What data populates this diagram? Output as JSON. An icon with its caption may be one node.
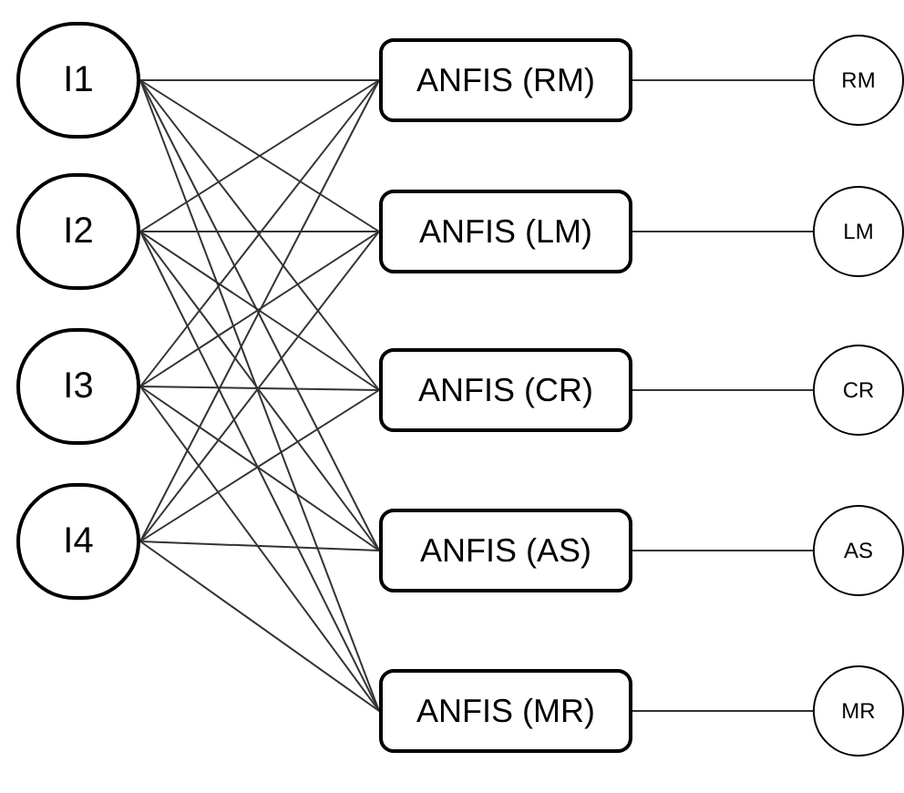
{
  "diagram": {
    "nodes": [
      {
        "text": [
          "I1"
        ]
      },
      {
        "text": [
          "I2"
        ]
      },
      {
        "text": [
          "I3"
        ]
      },
      {
        "text": [
          "I4"
        ]
      },
      {
        "text": [
          "ANFIS (RM)"
        ]
      },
      {
        "text": [
          "ANFIS (LM)"
        ]
      },
      {
        "text": [
          "ANFIS (CR)"
        ]
      },
      {
        "text": [
          "ANFIS (AS)"
        ]
      },
      {
        "text": [
          "ANFIS (MR)"
        ]
      },
      {
        "text": [
          "RM"
        ]
      },
      {
        "text": [
          "LM"
        ]
      },
      {
        "text": [
          "CR"
        ]
      },
      {
        "text": [
          "AS"
        ]
      },
      {
        "text": [
          "MR"
        ]
      }
    ],
    "edges": [
      {
        "from": 0,
        "to": 4,
        "arrow": "none"
      },
      {
        "from": 0,
        "to": 5,
        "arrow": "none"
      },
      {
        "from": 0,
        "to": 6,
        "arrow": "none"
      },
      {
        "from": 0,
        "to": 7,
        "arrow": "none"
      },
      {
        "from": 0,
        "to": 8,
        "arrow": "none"
      },
      {
        "from": 1,
        "to": 4,
        "arrow": "none"
      },
      {
        "from": 1,
        "to": 5,
        "arrow": "none"
      },
      {
        "from": 1,
        "to": 6,
        "arrow": "none"
      },
      {
        "from": 1,
        "to": 7,
        "arrow": "none"
      },
      {
        "from": 1,
        "to": 8,
        "arrow": "none"
      },
      {
        "from": 2,
        "to": 4,
        "arrow": "none"
      },
      {
        "from": 2,
        "to": 5,
        "arrow": "none"
      },
      {
        "from": 2,
        "to": 6,
        "arrow": "none"
      },
      {
        "from": 2,
        "to": 7,
        "arrow": "none"
      },
      {
        "from": 2,
        "to": 8,
        "arrow": "none"
      },
      {
        "from": 3,
        "to": 4,
        "arrow": "none"
      },
      {
        "from": 3,
        "to": 5,
        "arrow": "none"
      },
      {
        "from": 3,
        "to": 6,
        "arrow": "none"
      },
      {
        "from": 3,
        "to": 7,
        "arrow": "none"
      },
      {
        "from": 3,
        "to": 8,
        "arrow": "none"
      },
      {
        "from": 4,
        "to": 9,
        "arrow": "none"
      },
      {
        "from": 5,
        "to": 10,
        "arrow": "none"
      },
      {
        "from": 6,
        "to": 11,
        "arrow": "none"
      },
      {
        "from": 7,
        "to": 12,
        "arrow": "none"
      },
      {
        "from": 8,
        "to": 13,
        "arrow": "none"
      }
    ]
  }
}
